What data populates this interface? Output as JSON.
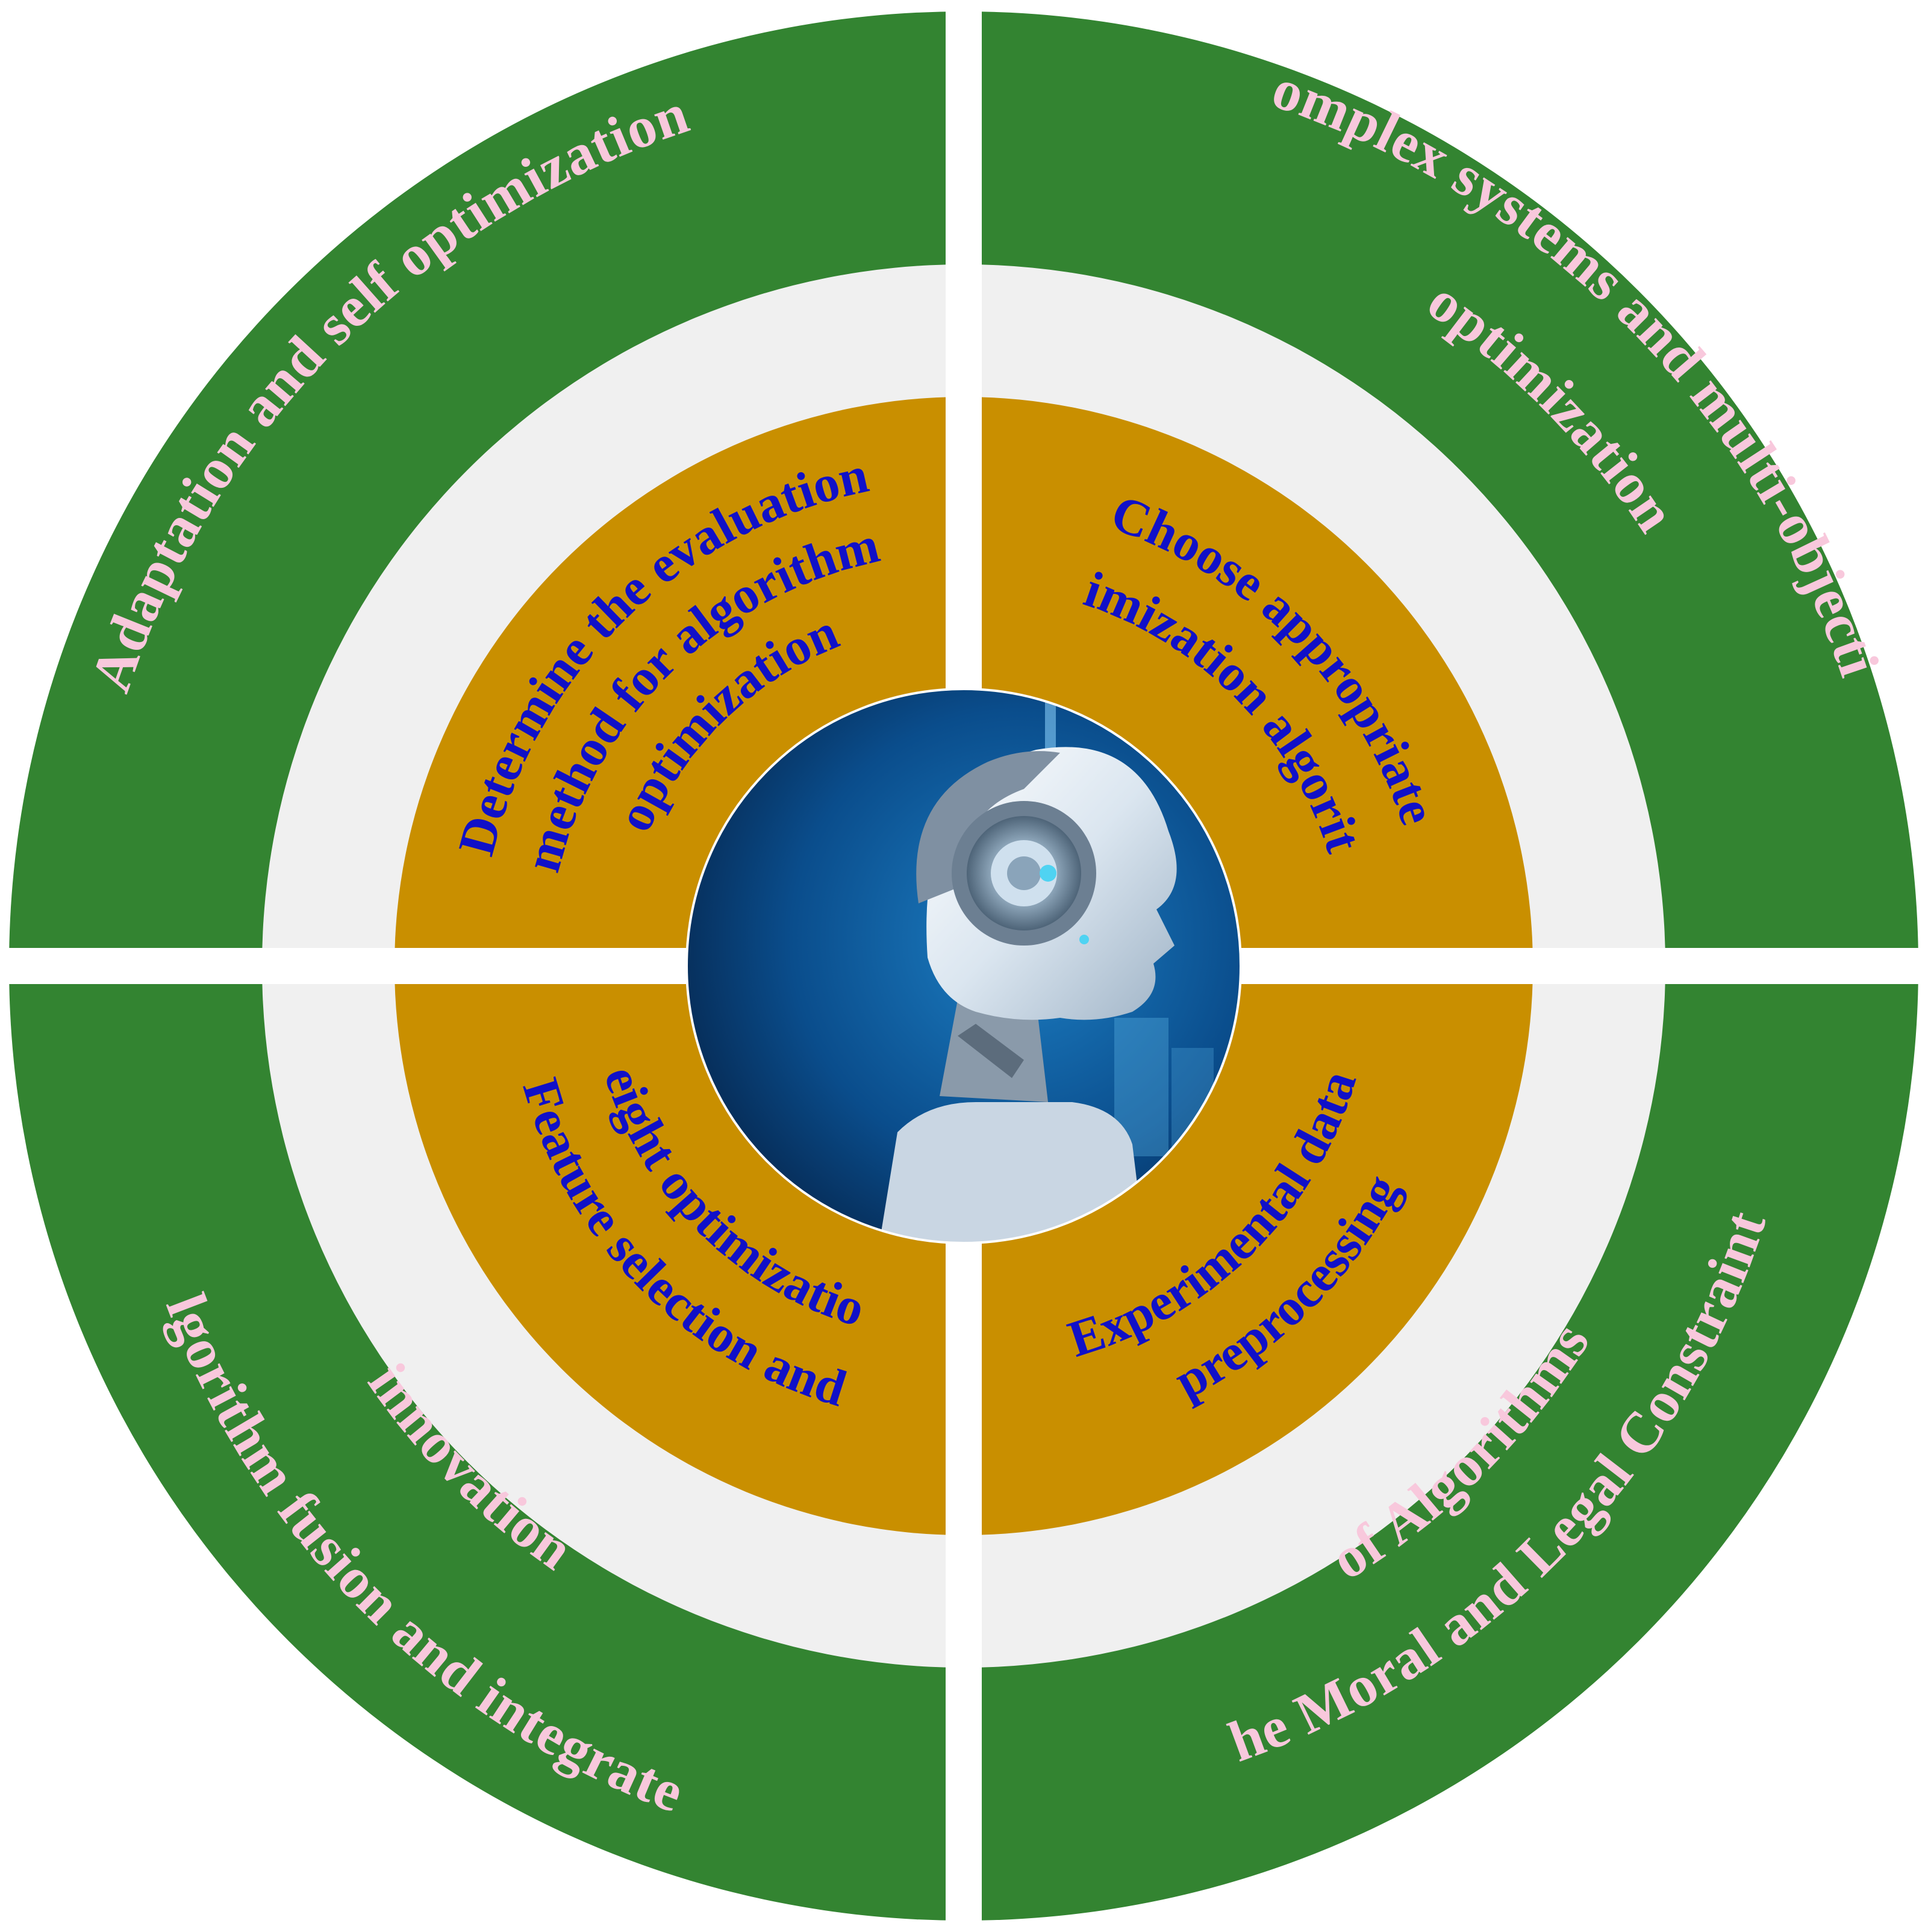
{
  "colors": {
    "outer_ring": "#338431",
    "middle_ring": "#f0f0f0",
    "inner_ring": "#c98f00",
    "outer_text": "#f8c8dc",
    "inner_text": "#1010c8",
    "divider": "#ffffff"
  },
  "center_image": {
    "icon": "robot-head-icon"
  },
  "outer": {
    "top_left": {
      "lines": [
        "Adaptation and self optimization"
      ]
    },
    "top_right": {
      "lines": [
        "Complex systems and multi-objective",
        "optimization"
      ]
    },
    "bottom_left": {
      "lines": [
        "Algorithm fusion and integrated",
        "innovation"
      ]
    },
    "bottom_right": {
      "lines": [
        "The Moral and Legal Constraints",
        "of Algorithms"
      ]
    }
  },
  "inner": {
    "top_left": {
      "lines": [
        "Determine the evaluation",
        "method for algorithm",
        "optimization"
      ]
    },
    "top_right": {
      "lines": [
        "Choose appropriate",
        "optimization algorithm"
      ]
    },
    "bottom_left": {
      "lines": [
        "Feature selection and",
        "weight optimization"
      ]
    },
    "bottom_right": {
      "lines": [
        "Experimental data",
        "preprocessing"
      ]
    }
  }
}
